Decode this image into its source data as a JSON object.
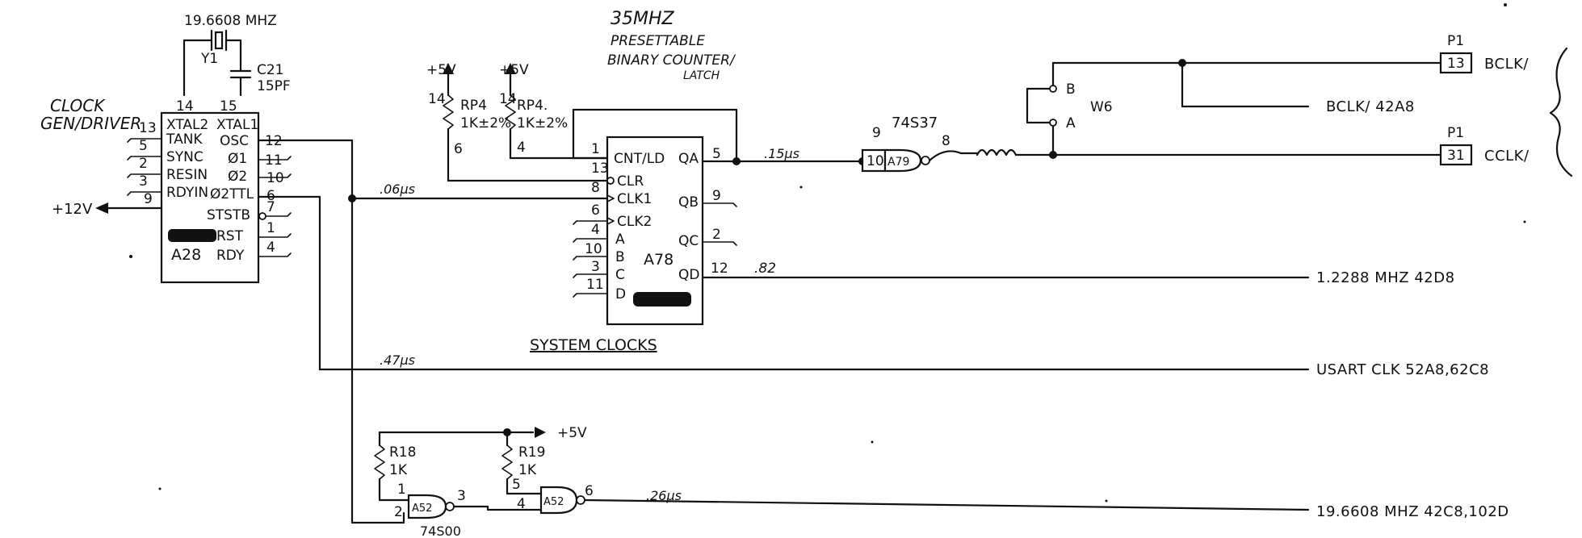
{
  "crystal": {
    "freq": "19.6608 MHZ",
    "ref": "Y1"
  },
  "cap": {
    "ref": "C21",
    "value": "15PF"
  },
  "note_clock_gen": [
    "CLOCK",
    "GEN/DRIVER"
  ],
  "note_counter": [
    "35MHZ",
    "PRESETTABLE",
    "BINARY COUNTER/",
    "LATCH"
  ],
  "a28": {
    "ref": "A28",
    "pins_top": [
      "14",
      "15"
    ],
    "left_labels": [
      "XTAL2",
      "TANK",
      "SYNC",
      "RESIN",
      "RDYIN"
    ],
    "left_pins": [
      "13",
      "5",
      "2",
      "3",
      "9"
    ],
    "right_labels": [
      "XTAL1",
      "OSC",
      "Ø1",
      "Ø2",
      "Ø2TTL",
      "STSTB",
      "RST",
      "RDY"
    ],
    "right_pins": [
      "12",
      "11",
      "10",
      "6",
      "7",
      "1",
      "4"
    ]
  },
  "supply_12v": "+12V",
  "rp4a": {
    "supply": "+5V",
    "ref": "RP4",
    "value": "1K±2%",
    "pin_top": "14",
    "pin_bot": "6"
  },
  "rp4b": {
    "supply": "+5V",
    "ref": "RP4.",
    "value": "1K±2%",
    "pin_top": "14",
    "pin_bot": "4"
  },
  "a78": {
    "ref": "A78",
    "left_labels": [
      "CNT/LD",
      "CLR",
      "CLK1",
      "CLK2",
      "A",
      "B",
      "C",
      "D"
    ],
    "left_pins": [
      "1",
      "13",
      "8",
      "6",
      "4",
      "10",
      "3",
      "11"
    ],
    "right_labels": [
      "QA",
      "QB",
      "QC",
      "QD"
    ],
    "right_pins": [
      "5",
      "9",
      "2",
      "12"
    ]
  },
  "system_clocks": "SYSTEM CLOCKS",
  "a79": {
    "ref": "A79",
    "type": "74S37",
    "pin_in1": "9",
    "pin_in2": "10",
    "pin_out": "8"
  },
  "w6": {
    "ref": "W6",
    "pos_b": "B",
    "pos_a": "A"
  },
  "p1_top": {
    "ref": "P1",
    "pin": "13",
    "signal": "BCLK/"
  },
  "p1_bot": {
    "ref": "P1",
    "pin": "31",
    "signal": "CCLK/"
  },
  "bclk_out": "BCLK/ 42A8",
  "timing": {
    "t1": ".06μs",
    "t2": ".15μs",
    "t3": ".82",
    "t4": ".47μs",
    "t5": ".26μs"
  },
  "outputs": {
    "o1": "1.2288 MHZ 42D8",
    "o2": "USART CLK 52A8,62C8",
    "o3": "19.6608 MHZ 42C8,102D"
  },
  "r18": {
    "ref": "R18",
    "value": "1K"
  },
  "r19": {
    "ref": "R19",
    "value": "1K"
  },
  "supply_5v_bottom": "+5V",
  "a52a": {
    "ref": "A52",
    "pin_in1": "1",
    "pin_in2": "2",
    "pin_out": "3"
  },
  "a52b": {
    "ref": "A52",
    "pin_in1": "5",
    "pin_in2": "4",
    "pin_out": "6",
    "type": "74S00"
  }
}
